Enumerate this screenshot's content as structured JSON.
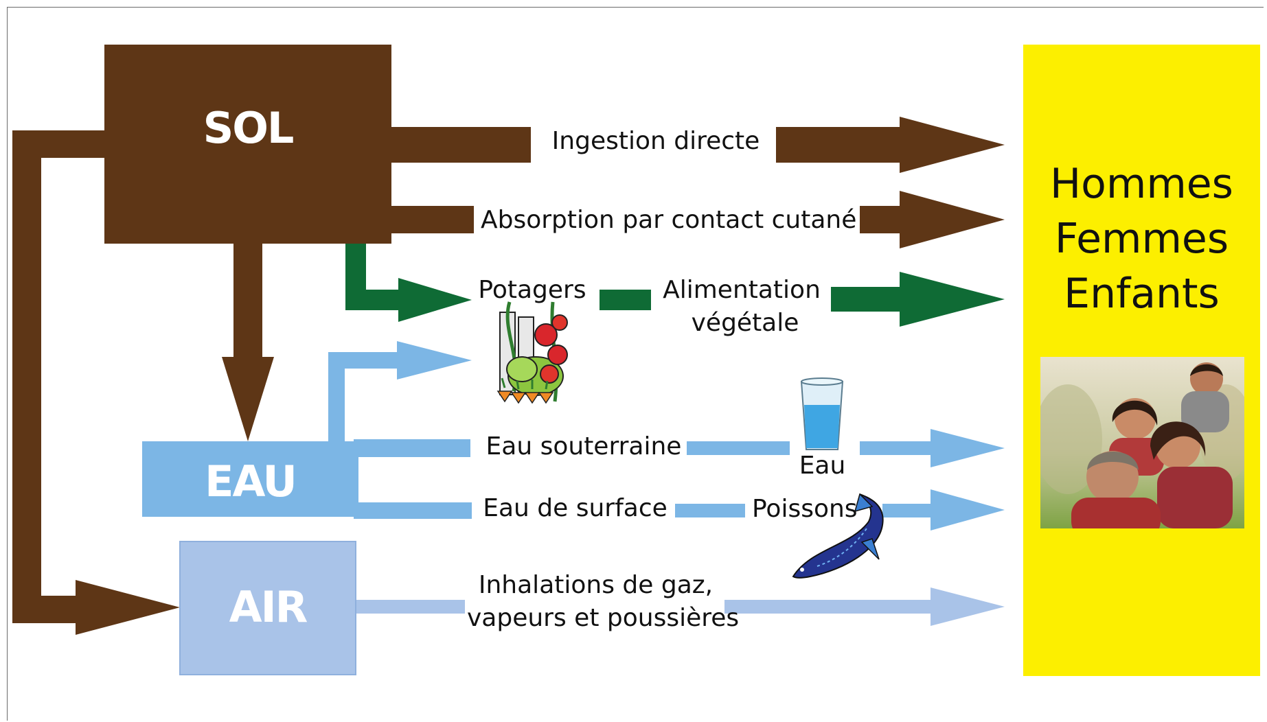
{
  "sources": {
    "sol": "SOL",
    "eau": "EAU",
    "air": "AIR"
  },
  "target": {
    "lines": [
      "Hommes",
      "Femmes",
      "Enfants"
    ],
    "photo": "family-photo"
  },
  "pathways": {
    "ingestion": "Ingestion directe",
    "absorption": "Absorption par contact cutané",
    "potagers": "Potagers",
    "alimentation_1": "Alimentation",
    "alimentation_2": "végétale",
    "eau_souterraine": "Eau souterraine",
    "eau_glass": "Eau",
    "eau_surface": "Eau de surface",
    "poissons": "Poissons",
    "inhalation_1": "Inhalations de gaz,",
    "inhalation_2": "vapeurs et poussières"
  },
  "colors": {
    "soil": "#5e3616",
    "water": "#7cb6e5",
    "air": "#a9c3e8",
    "garden": "#0f6b35",
    "target": "#fcef00"
  }
}
